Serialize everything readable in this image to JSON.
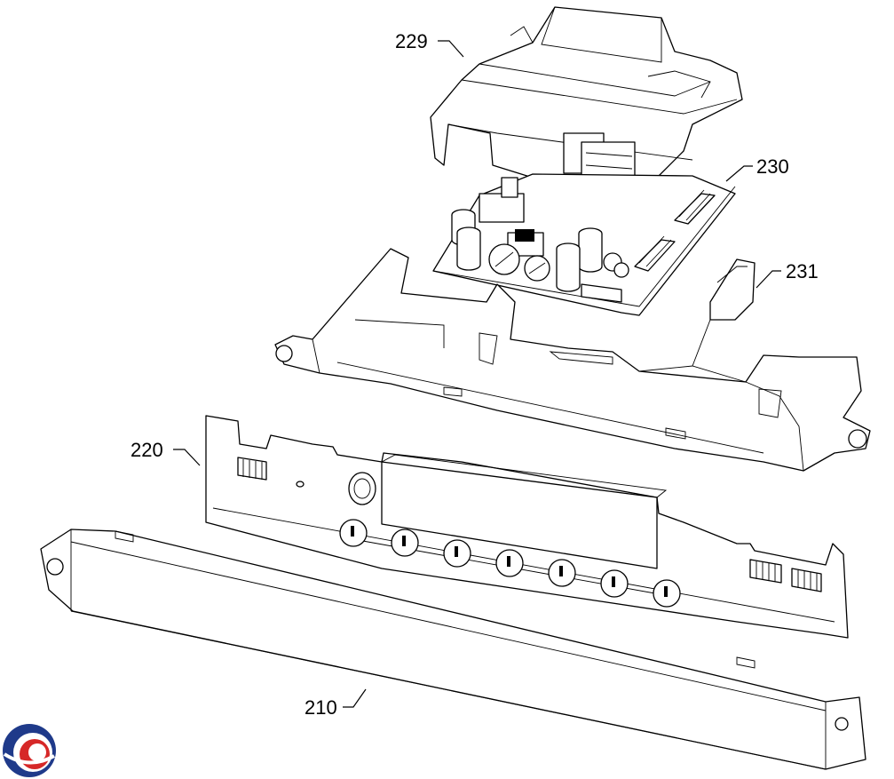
{
  "callouts": [
    {
      "id": "229",
      "label": "229"
    },
    {
      "id": "230",
      "label": "230"
    },
    {
      "id": "231",
      "label": "231"
    },
    {
      "id": "220",
      "label": "220"
    },
    {
      "id": "210",
      "label": "210"
    }
  ],
  "logo": {
    "icon": "brand-swirl-logo",
    "colors": [
      "#1f3a8a",
      "#d62828"
    ]
  }
}
